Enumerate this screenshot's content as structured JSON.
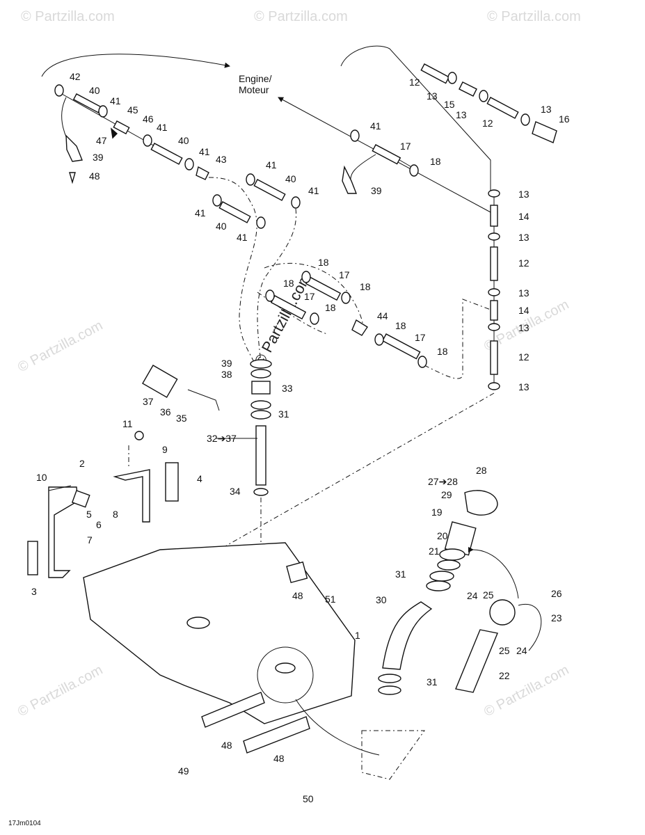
{
  "engine_label": [
    "Engine/",
    "Moteur"
  ],
  "diagram_code": "17Jm0104",
  "watermark": "© Partzilla.com",
  "center_watermark": "© Partzilla.com",
  "callouts": [
    {
      "id": "c42",
      "text": "42"
    },
    {
      "id": "c40a",
      "text": "40"
    },
    {
      "id": "c41a",
      "text": "41"
    },
    {
      "id": "c45",
      "text": "45"
    },
    {
      "id": "c46",
      "text": "46"
    },
    {
      "id": "c47",
      "text": "47"
    },
    {
      "id": "c41b",
      "text": "41"
    },
    {
      "id": "c40b",
      "text": "40"
    },
    {
      "id": "c41c",
      "text": "41"
    },
    {
      "id": "c43",
      "text": "43"
    },
    {
      "id": "c39a",
      "text": "39"
    },
    {
      "id": "c48a",
      "text": "48"
    },
    {
      "id": "c41d",
      "text": "41"
    },
    {
      "id": "c40c",
      "text": "40"
    },
    {
      "id": "c41e",
      "text": "41"
    },
    {
      "id": "c41f",
      "text": "41"
    },
    {
      "id": "c40d",
      "text": "40"
    },
    {
      "id": "c41g",
      "text": "41"
    },
    {
      "id": "c41h",
      "text": "41"
    },
    {
      "id": "c17a",
      "text": "17"
    },
    {
      "id": "c18a",
      "text": "18"
    },
    {
      "id": "c39b",
      "text": "39"
    },
    {
      "id": "c12a",
      "text": "12"
    },
    {
      "id": "c13a",
      "text": "13"
    },
    {
      "id": "c15",
      "text": "15"
    },
    {
      "id": "c13b",
      "text": "13"
    },
    {
      "id": "c13c",
      "text": "13"
    },
    {
      "id": "c16",
      "text": "16"
    },
    {
      "id": "c12b",
      "text": "12"
    },
    {
      "id": "c13d",
      "text": "13"
    },
    {
      "id": "c14a",
      "text": "14"
    },
    {
      "id": "c13e",
      "text": "13"
    },
    {
      "id": "c12c",
      "text": "12"
    },
    {
      "id": "c13f",
      "text": "13"
    },
    {
      "id": "c14b",
      "text": "14"
    },
    {
      "id": "c13g",
      "text": "13"
    },
    {
      "id": "c12d",
      "text": "12"
    },
    {
      "id": "c13h",
      "text": "13"
    },
    {
      "id": "c18b",
      "text": "18"
    },
    {
      "id": "c17b",
      "text": "17"
    },
    {
      "id": "c18c",
      "text": "18"
    },
    {
      "id": "c18d",
      "text": "18"
    },
    {
      "id": "c17c",
      "text": "17"
    },
    {
      "id": "c18e",
      "text": "18"
    },
    {
      "id": "c44",
      "text": "44"
    },
    {
      "id": "c18f",
      "text": "18"
    },
    {
      "id": "c17d",
      "text": "17"
    },
    {
      "id": "c18g",
      "text": "18"
    },
    {
      "id": "c39c",
      "text": "39"
    },
    {
      "id": "c38",
      "text": "38"
    },
    {
      "id": "c33",
      "text": "33"
    },
    {
      "id": "c31a",
      "text": "31"
    },
    {
      "id": "c37a",
      "text": "37"
    },
    {
      "id": "c36",
      "text": "36"
    },
    {
      "id": "c35",
      "text": "35"
    },
    {
      "id": "c3237",
      "text": "32➔37"
    },
    {
      "id": "c34",
      "text": "34"
    },
    {
      "id": "c11",
      "text": "11"
    },
    {
      "id": "c9",
      "text": "9"
    },
    {
      "id": "c2",
      "text": "2"
    },
    {
      "id": "c4",
      "text": "4"
    },
    {
      "id": "c10",
      "text": "10"
    },
    {
      "id": "c5",
      "text": "5"
    },
    {
      "id": "c8",
      "text": "8"
    },
    {
      "id": "c6",
      "text": "6"
    },
    {
      "id": "c7",
      "text": "7"
    },
    {
      "id": "c3",
      "text": "3"
    },
    {
      "id": "c28",
      "text": "28"
    },
    {
      "id": "c2728",
      "text": "27➔28"
    },
    {
      "id": "c29",
      "text": "29"
    },
    {
      "id": "c19",
      "text": "19"
    },
    {
      "id": "c20",
      "text": "20"
    },
    {
      "id": "c21",
      "text": "21"
    },
    {
      "id": "c31b",
      "text": "31"
    },
    {
      "id": "c48b",
      "text": "48"
    },
    {
      "id": "c51",
      "text": "51"
    },
    {
      "id": "c30",
      "text": "30"
    },
    {
      "id": "c24a",
      "text": "24"
    },
    {
      "id": "c25a",
      "text": "25"
    },
    {
      "id": "c26",
      "text": "26"
    },
    {
      "id": "c23",
      "text": "23"
    },
    {
      "id": "c25b",
      "text": "25"
    },
    {
      "id": "c24b",
      "text": "24"
    },
    {
      "id": "c1",
      "text": "1"
    },
    {
      "id": "c22",
      "text": "22"
    },
    {
      "id": "c31c",
      "text": "31"
    },
    {
      "id": "c48c",
      "text": "48"
    },
    {
      "id": "c48d",
      "text": "48"
    },
    {
      "id": "c49",
      "text": "49"
    },
    {
      "id": "c50",
      "text": "50"
    }
  ]
}
